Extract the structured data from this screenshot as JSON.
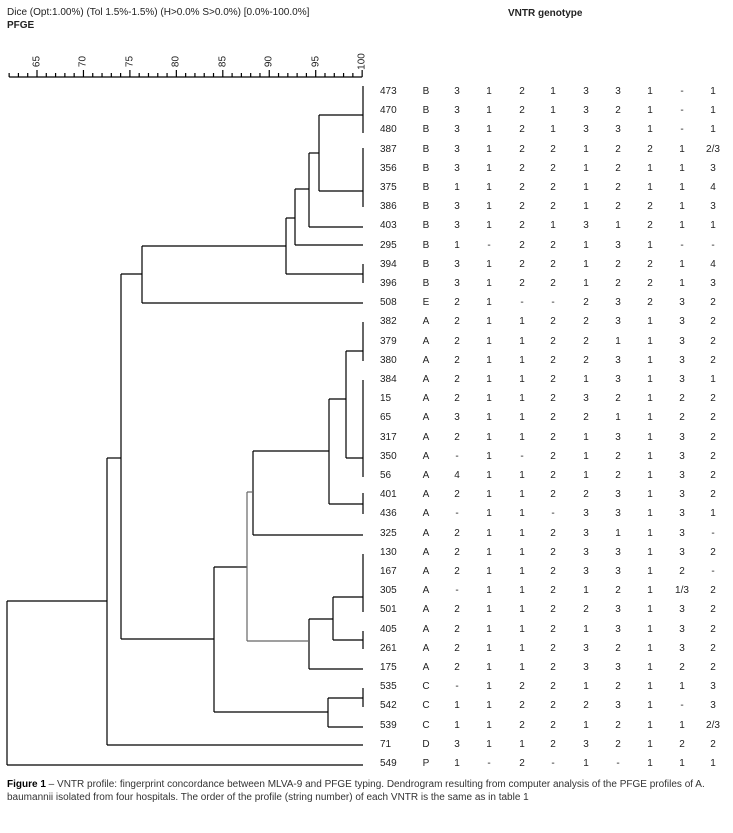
{
  "header": {
    "method": "Dice (Opt:1.00%) (Tol 1.5%-1.5%) (H>0.0% S>0.0%) [0.0%-100.0%]",
    "pfge_label": "PFGE",
    "vntr_title": "VNTR genotype"
  },
  "scale": {
    "range": [
      62,
      100
    ],
    "labels": [
      "65",
      "70",
      "75",
      "80",
      "85",
      "90",
      "95",
      "100"
    ]
  },
  "rows": [
    [
      "473",
      "B",
      "3",
      "1",
      "2",
      "1",
      "3",
      "3",
      "1",
      "-",
      "1"
    ],
    [
      "470",
      "B",
      "3",
      "1",
      "2",
      "1",
      "3",
      "2",
      "1",
      "-",
      "1"
    ],
    [
      "480",
      "B",
      "3",
      "1",
      "2",
      "1",
      "3",
      "3",
      "1",
      "-",
      "1"
    ],
    [
      "387",
      "B",
      "3",
      "1",
      "2",
      "2",
      "1",
      "2",
      "2",
      "1",
      "2/3"
    ],
    [
      "356",
      "B",
      "3",
      "1",
      "2",
      "2",
      "1",
      "2",
      "1",
      "1",
      "3"
    ],
    [
      "375",
      "B",
      "1",
      "1",
      "2",
      "2",
      "1",
      "2",
      "1",
      "1",
      "4"
    ],
    [
      "386",
      "B",
      "3",
      "1",
      "2",
      "2",
      "1",
      "2",
      "2",
      "1",
      "3"
    ],
    [
      "403",
      "B",
      "3",
      "1",
      "2",
      "1",
      "3",
      "1",
      "2",
      "1",
      "1"
    ],
    [
      "295",
      "B",
      "1",
      "-",
      "2",
      "2",
      "1",
      "3",
      "1",
      "-",
      "-"
    ],
    [
      "394",
      "B",
      "3",
      "1",
      "2",
      "2",
      "1",
      "2",
      "2",
      "1",
      "4"
    ],
    [
      "396",
      "B",
      "3",
      "1",
      "2",
      "2",
      "1",
      "2",
      "2",
      "1",
      "3"
    ],
    [
      "508",
      "E",
      "2",
      "1",
      "-",
      "-",
      "2",
      "3",
      "2",
      "3",
      "2"
    ],
    [
      "382",
      "A",
      "2",
      "1",
      "1",
      "2",
      "2",
      "3",
      "1",
      "3",
      "2"
    ],
    [
      "379",
      "A",
      "2",
      "1",
      "1",
      "2",
      "2",
      "1",
      "1",
      "3",
      "2"
    ],
    [
      "380",
      "A",
      "2",
      "1",
      "1",
      "2",
      "2",
      "3",
      "1",
      "3",
      "2"
    ],
    [
      "384",
      "A",
      "2",
      "1",
      "1",
      "2",
      "1",
      "3",
      "1",
      "3",
      "1"
    ],
    [
      "15",
      "A",
      "2",
      "1",
      "1",
      "2",
      "3",
      "2",
      "1",
      "2",
      "2"
    ],
    [
      "65",
      "A",
      "3",
      "1",
      "1",
      "2",
      "2",
      "1",
      "1",
      "2",
      "2"
    ],
    [
      "317",
      "A",
      "2",
      "1",
      "1",
      "2",
      "1",
      "3",
      "1",
      "3",
      "2"
    ],
    [
      "350",
      "A",
      "-",
      "1",
      "-",
      "2",
      "1",
      "2",
      "1",
      "3",
      "2"
    ],
    [
      "56",
      "A",
      "4",
      "1",
      "1",
      "2",
      "1",
      "2",
      "1",
      "3",
      "2"
    ],
    [
      "401",
      "A",
      "2",
      "1",
      "1",
      "2",
      "2",
      "3",
      "1",
      "3",
      "2"
    ],
    [
      "436",
      "A",
      "-",
      "1",
      "1",
      "-",
      "3",
      "3",
      "1",
      "3",
      "1"
    ],
    [
      "325",
      "A",
      "2",
      "1",
      "1",
      "2",
      "3",
      "1",
      "1",
      "3",
      "-"
    ],
    [
      "130",
      "A",
      "2",
      "1",
      "1",
      "2",
      "3",
      "3",
      "1",
      "3",
      "2"
    ],
    [
      "167",
      "A",
      "2",
      "1",
      "1",
      "2",
      "3",
      "3",
      "1",
      "2",
      "-"
    ],
    [
      "305",
      "A",
      "-",
      "1",
      "1",
      "2",
      "1",
      "2",
      "1",
      "1/3",
      "2"
    ],
    [
      "501",
      "A",
      "2",
      "1",
      "1",
      "2",
      "2",
      "3",
      "1",
      "3",
      "2"
    ],
    [
      "405",
      "A",
      "2",
      "1",
      "1",
      "2",
      "1",
      "3",
      "1",
      "3",
      "2"
    ],
    [
      "261",
      "A",
      "2",
      "1",
      "1",
      "2",
      "3",
      "2",
      "1",
      "3",
      "2"
    ],
    [
      "175",
      "A",
      "2",
      "1",
      "1",
      "2",
      "3",
      "3",
      "1",
      "2",
      "2"
    ],
    [
      "535",
      "C",
      "-",
      "1",
      "2",
      "2",
      "1",
      "2",
      "1",
      "1",
      "3"
    ],
    [
      "542",
      "C",
      "1",
      "1",
      "2",
      "2",
      "2",
      "3",
      "1",
      "-",
      "3"
    ],
    [
      "539",
      "C",
      "1",
      "1",
      "2",
      "2",
      "1",
      "2",
      "1",
      "1",
      "2/3"
    ],
    [
      "71",
      "D",
      "3",
      "1",
      "1",
      "2",
      "3",
      "2",
      "1",
      "2",
      "2"
    ],
    [
      "549",
      "P",
      "1",
      "-",
      "2",
      "-",
      "1",
      "-",
      "1",
      "1",
      "1"
    ]
  ],
  "caption": {
    "label": "Figure 1",
    "text": " – VNTR profile: fingerprint concordance between MLVA-9 and PFGE typing. Dendrogram resulting from computer analysis of the PFGE profiles of A. baumannii isolated from four hospitals. The order of the profile (string number) of each VNTR is the same as in table 1"
  }
}
